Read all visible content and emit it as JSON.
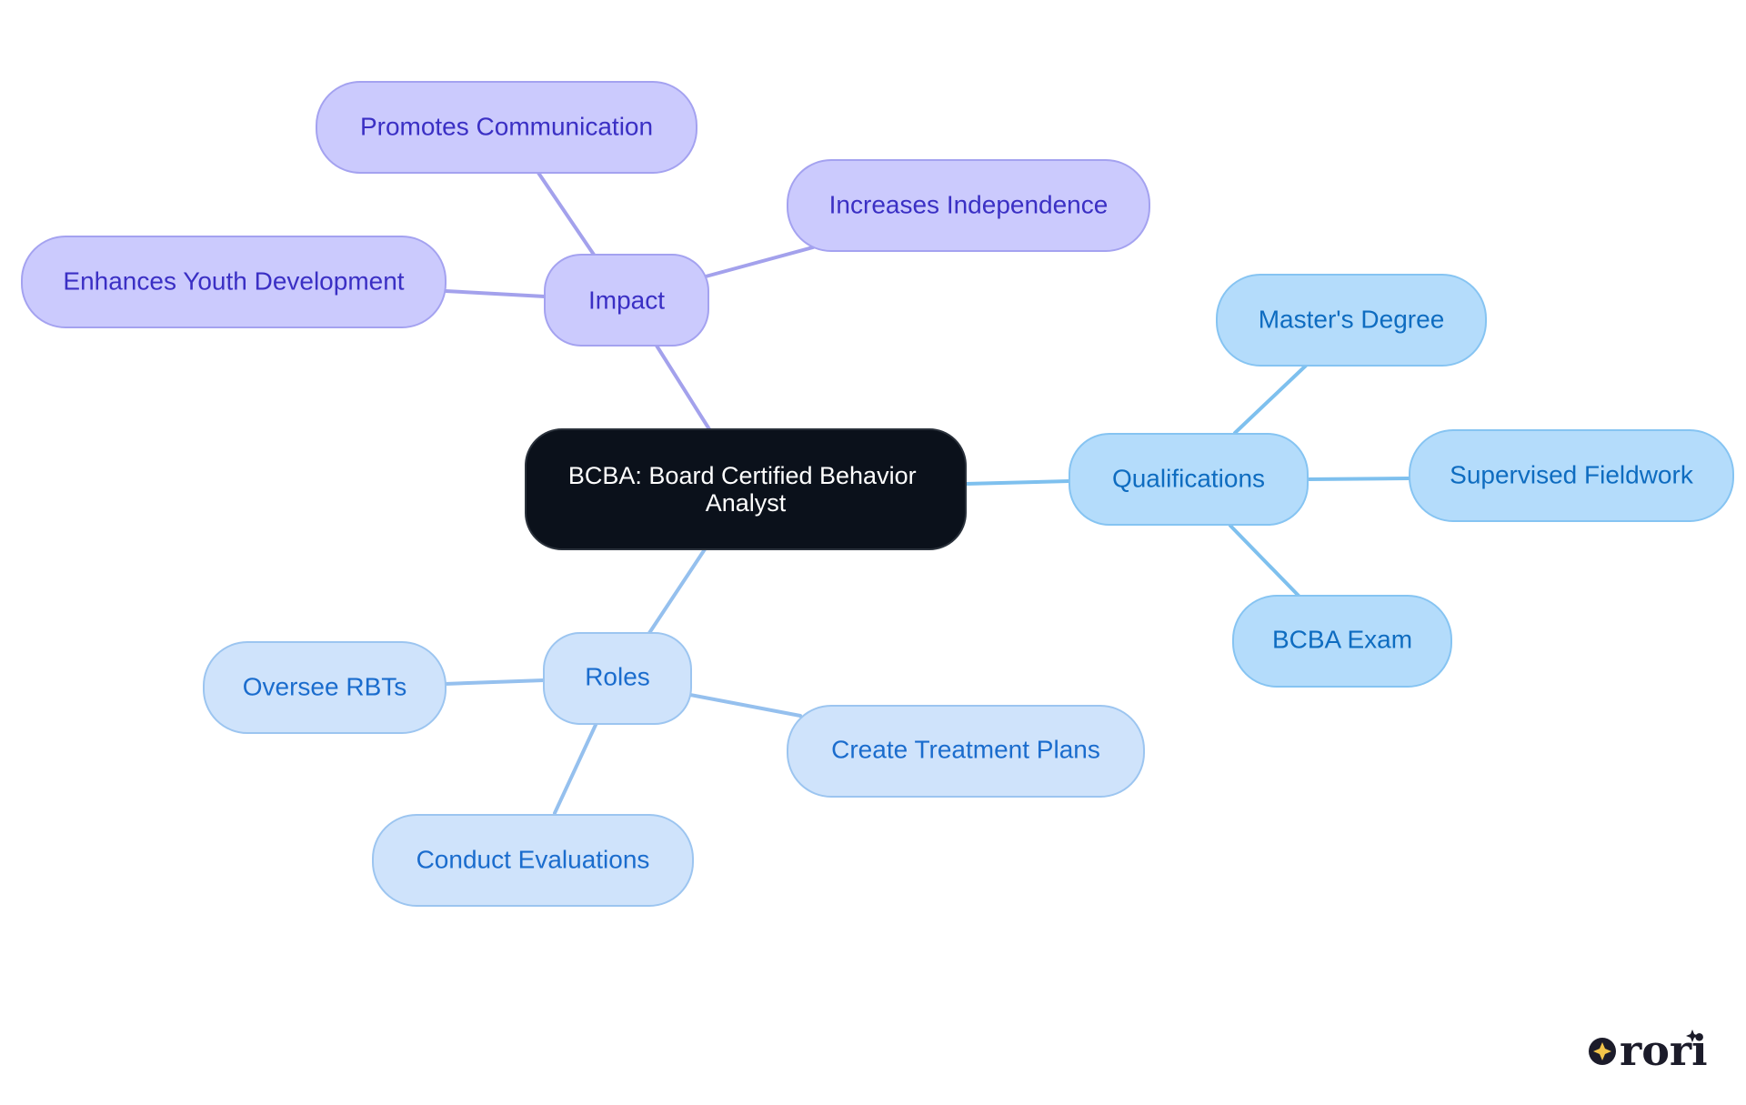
{
  "colors": {
    "root_fill": "#0b111b",
    "root_stroke": "#2a313b",
    "root_text": "#ffffff",
    "impact_fill": "#cbcafd",
    "impact_stroke": "#a4a2f0",
    "impact_text": "#3a2fc4",
    "impact_edge": "#a3a1ec",
    "qual_fill": "#b4dcfb",
    "qual_stroke": "#86c4f2",
    "qual_text": "#0e6cc0",
    "qual_edge": "#7ec0ee",
    "roles_fill": "#cfe3fb",
    "roles_stroke": "#9cc5f0",
    "roles_text": "#1a6ccd",
    "roles_edge": "#95c0ee",
    "logo": "#1c1c2a",
    "logo_star": "#f3c54a"
  },
  "diagram": {
    "root": {
      "lines": [
        "BCBA: Board Certified Behavior",
        "Analyst"
      ]
    },
    "branches": [
      {
        "id": "impact",
        "label": "Impact",
        "children": [
          "Promotes Communication",
          "Increases Independence",
          "Enhances Youth Development"
        ]
      },
      {
        "id": "qualifications",
        "label": "Qualifications",
        "children": [
          "Master's Degree",
          "Supervised Fieldwork",
          "BCBA Exam"
        ]
      },
      {
        "id": "roles",
        "label": "Roles",
        "children": [
          "Oversee RBTs",
          "Create Treatment Plans",
          "Conduct Evaluations"
        ]
      }
    ]
  },
  "logo": {
    "text": "rori",
    "icon": "sparkle-icon"
  }
}
